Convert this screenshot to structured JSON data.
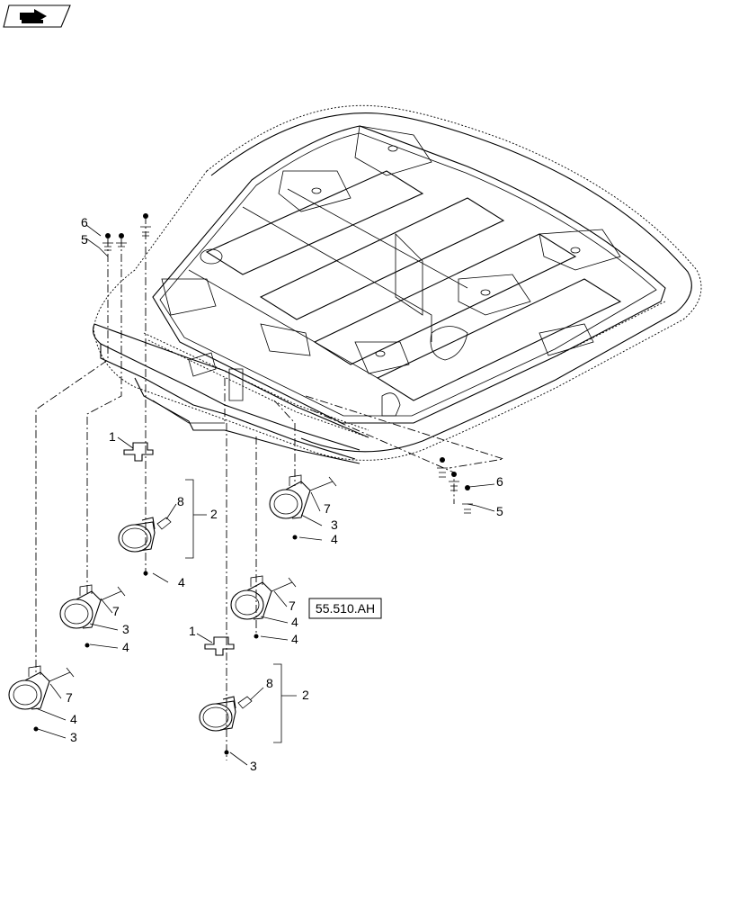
{
  "diagram": {
    "reference_box_label": "55.510.AH",
    "callouts": [
      {
        "id": "c1a",
        "text": "1"
      },
      {
        "id": "c1b",
        "text": "1"
      },
      {
        "id": "c2a",
        "text": "2"
      },
      {
        "id": "c2b",
        "text": "2"
      },
      {
        "id": "c3a",
        "text": "3"
      },
      {
        "id": "c3b",
        "text": "3"
      },
      {
        "id": "c3c",
        "text": "3"
      },
      {
        "id": "c3d",
        "text": "3"
      },
      {
        "id": "c4a",
        "text": "4"
      },
      {
        "id": "c4b",
        "text": "4"
      },
      {
        "id": "c4c",
        "text": "4"
      },
      {
        "id": "c4d",
        "text": "4"
      },
      {
        "id": "c4e",
        "text": "4"
      },
      {
        "id": "c4f",
        "text": "4"
      },
      {
        "id": "c5a",
        "text": "5"
      },
      {
        "id": "c5b",
        "text": "5"
      },
      {
        "id": "c6a",
        "text": "6"
      },
      {
        "id": "c6b",
        "text": "6"
      },
      {
        "id": "c7a",
        "text": "7"
      },
      {
        "id": "c7b",
        "text": "7"
      },
      {
        "id": "c7c",
        "text": "7"
      },
      {
        "id": "c7d",
        "text": "7"
      },
      {
        "id": "c8a",
        "text": "8"
      },
      {
        "id": "c8b",
        "text": "8"
      }
    ],
    "nav_icon": "page-navigation-arrow-icon"
  }
}
